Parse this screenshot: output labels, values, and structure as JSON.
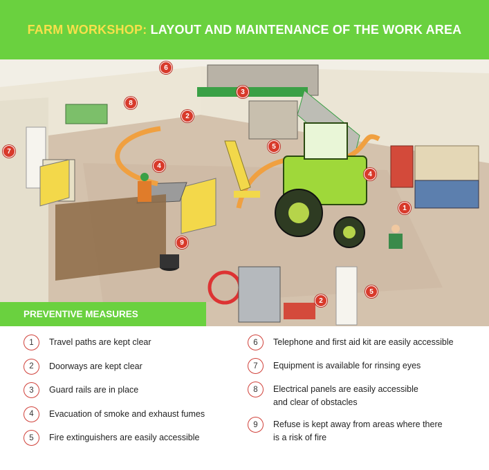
{
  "header": {
    "title_accent": "FARM WORKSHOP:",
    "title_main": " LAYOUT AND MAINTENANCE OF THE WORK AREA"
  },
  "colors": {
    "green": "#6ad13f",
    "accent_yellow": "#f7e04b",
    "marker_red": "#d83a2b"
  },
  "scene": {
    "markers": [
      {
        "label": "6"
      },
      {
        "label": "8"
      },
      {
        "label": "2"
      },
      {
        "label": "3"
      },
      {
        "label": "7"
      },
      {
        "label": "5"
      },
      {
        "label": "4"
      },
      {
        "label": "4"
      },
      {
        "label": "1"
      },
      {
        "label": "9"
      },
      {
        "label": "2"
      },
      {
        "label": "5"
      }
    ]
  },
  "preventive": {
    "title": "PREVENTIVE MEASURES",
    "left": [
      {
        "num": "1",
        "text": "Travel paths are kept clear"
      },
      {
        "num": "2",
        "text": "Doorways are kept clear"
      },
      {
        "num": "3",
        "text": "Guard rails are in place"
      },
      {
        "num": "4",
        "text": "Evacuation of smoke and exhaust fumes"
      },
      {
        "num": "5",
        "text": "Fire extinguishers are easily accessible"
      }
    ],
    "right": [
      {
        "num": "6",
        "text": "Telephone and first aid kit are easily accessible"
      },
      {
        "num": "7",
        "text": "Equipment is available for rinsing eyes"
      },
      {
        "num": "8",
        "text": "Electrical panels are easily accessible\nand clear of obstacles"
      },
      {
        "num": "9",
        "text": "Refuse is kept away from areas where there\nis a risk of fire"
      }
    ]
  }
}
